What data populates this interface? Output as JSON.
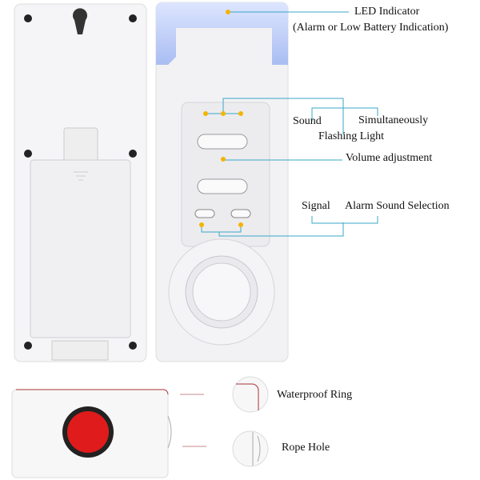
{
  "labels": {
    "led_title": "LED Indicator",
    "led_subtitle": "(Alarm or Low Battery Indication)",
    "sound": "Sound",
    "simultaneously": "Simultaneously",
    "flashing_light": "Flashing Light",
    "volume": "Volume adjustment",
    "signal": "Signal",
    "alarm_sound_selection": "Alarm Sound Selection",
    "waterproof_ring": "Waterproof Ring",
    "rope_hole": "Rope Hole"
  },
  "colors": {
    "leader_line": "#3aa7c9",
    "dot": "#f5b400",
    "led_glow": "#b9c8f5",
    "button_red": "#e01b1b",
    "pendant_leader": "#c98a8a"
  }
}
